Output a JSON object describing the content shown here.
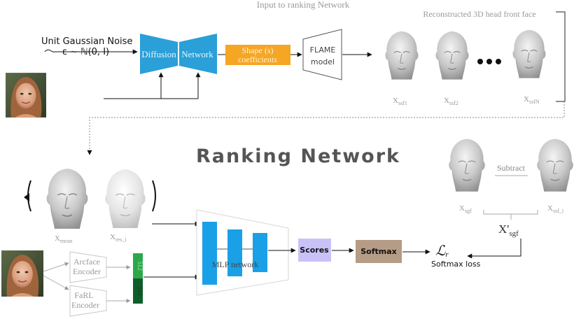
{
  "title_top": "Input to ranking Network",
  "noise": {
    "line1": "Unit Gaussian Noise",
    "line2": "ε ~ ℕ(0, I)"
  },
  "diffusion": {
    "left": "Diffusion",
    "right": "Network"
  },
  "shape_box": {
    "line1": "Shape (s)",
    "line2": "coefficients"
  },
  "flame": {
    "line1": "FLAME",
    "line2": "model"
  },
  "recon_title": "Reconstructed 3D head front face",
  "recon_labels": {
    "x1": {
      "main": "X",
      "sub": "ssf1"
    },
    "x2": {
      "main": "X",
      "sub": "ssf2"
    },
    "xn": {
      "main": "X",
      "sub": "ssfN"
    }
  },
  "ranking_title": "Ranking Network",
  "mean_labels": {
    "mean": {
      "main": "X",
      "sub": "mean"
    },
    "res": {
      "main": "X",
      "sub": "res_i"
    }
  },
  "encoders": {
    "arcface": {
      "line1": "Arcface",
      "line2": "Encoder"
    },
    "farl": {
      "line1": "FaRL",
      "line2": "Encoder"
    }
  },
  "feature_bar_labels": {
    "top": "512",
    "bottom": "512"
  },
  "mlp_label": "MLP network",
  "scores_label": "Scores",
  "softmax_label": "Softmax",
  "loss": {
    "symbol": "ℒ",
    "sub": "r",
    "caption": "Softmax loss"
  },
  "subtract": {
    "label": "Subtract",
    "sgf": {
      "main": "X",
      "sub": "sgf"
    },
    "ssf_i": {
      "main": "X",
      "sub": "ssf_i"
    },
    "result": {
      "main": "X'",
      "sub": "sgf"
    }
  },
  "colors": {
    "diffusion_blue": "#2a9fd8",
    "shape_orange": "#f5a623",
    "mlp_blue": "#1aa0e6",
    "scores_lavender": "#c9c2f7",
    "softmax_tan": "#b59c86",
    "feature_green_light": "#2ca84a",
    "feature_green_dark": "#0f5e2a"
  }
}
